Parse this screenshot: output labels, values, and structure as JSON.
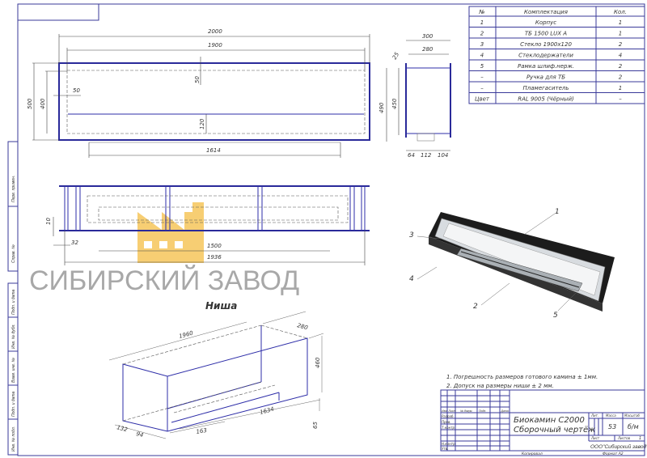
{
  "parts_table": {
    "headers": [
      "№",
      "Комплектация",
      "Кол."
    ],
    "rows": [
      [
        "1",
        "Корпус",
        "1"
      ],
      [
        "2",
        "ТБ 1500 LUX A",
        "1"
      ],
      [
        "3",
        "Стекло 1900х120",
        "2"
      ],
      [
        "4",
        "Стеклодержатели",
        "4"
      ],
      [
        "5",
        "Рамка шлиф.нерж.",
        "2"
      ],
      [
        "–",
        "Ручка для ТБ",
        "2"
      ],
      [
        "–",
        "Пламегаситель",
        "1"
      ],
      [
        "Цвет",
        "RAL 9005 (Чёрный)",
        "–"
      ]
    ]
  },
  "top_view": {
    "d2000": "2000",
    "d1900": "1900",
    "d500": "500",
    "d400": "400",
    "d50a": "50",
    "d50b": "50",
    "d120": "120",
    "d1614": "1614"
  },
  "side_view": {
    "d300": "300",
    "d280": "280",
    "d25": "25",
    "d490": "490",
    "d450": "450",
    "d64": "64",
    "d112": "112",
    "d104": "104"
  },
  "front_view": {
    "d10": "10",
    "d32": "32",
    "d1500": "1500",
    "d1936": "1936"
  },
  "niche": {
    "title": "Ниша",
    "d1960": "1960",
    "d280": "280",
    "d460": "460",
    "d1634": "1634",
    "d65": "65",
    "d132": "132",
    "d94": "94",
    "d163": "163"
  },
  "callouts": [
    "1",
    "2",
    "3",
    "4",
    "5"
  ],
  "watermark": {
    "text": "СИБИРСКИЙ ЗАВОД",
    "color": "#f6c55a"
  },
  "notes": [
    "1. Погрешность размеров готового камина ± 1мм.",
    "2. Допуск на размеры ниши ± 2 мм."
  ],
  "title_block": {
    "title_line1": "Биокамин С2000",
    "title_line2": "Сборочный чертёж",
    "col_headers": [
      "Изм",
      "Лист",
      "№ докум.",
      "Подп.",
      "Дата"
    ],
    "roles": [
      "Разраб.",
      "Пров.",
      "Т.контр.",
      "Н.контр.",
      "Утв."
    ],
    "lit_label": "Лит.",
    "mass_label": "Масса",
    "scale_label": "Масштаб",
    "mass": "53",
    "scale": "б/м",
    "sheet_label": "Лист",
    "sheets_label": "Листов",
    "sheets": "1",
    "company": "ООО\"Сибирский завод\"",
    "copied": "Копировал",
    "format": "Формат  А2"
  },
  "side_stamp": [
    "Перв. примен.",
    "Справ. №",
    "Подп. и дата",
    "Инв. № дубл.",
    "Взам. инв. №",
    "Подп. и дата",
    "Инв. № подл."
  ]
}
